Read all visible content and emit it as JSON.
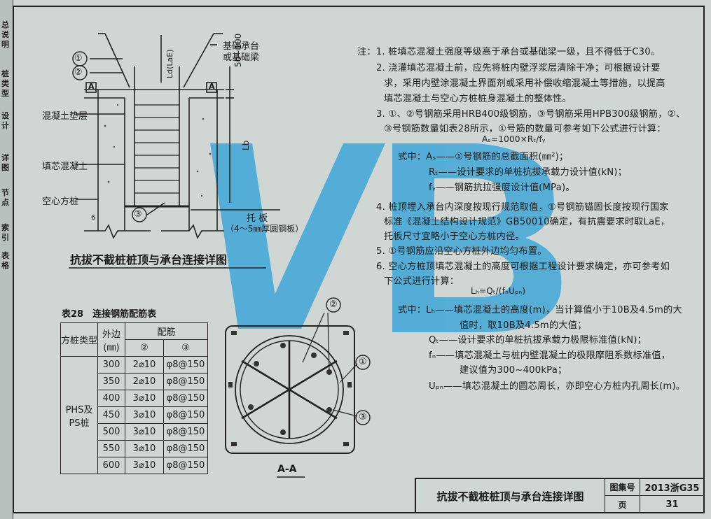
{
  "colors": {
    "watermark": "#3aa5d8",
    "background": "#cfd6d4",
    "ink": "#1a1a1a"
  },
  "sidebar": {
    "tabs": [
      "总",
      "说",
      "明",
      "桩",
      "类",
      "型",
      "设",
      "计",
      "详",
      "图",
      "节",
      "点",
      "索",
      "引",
      "表",
      "格"
    ]
  },
  "detail": {
    "labels": {
      "base": "基础承台",
      "base2": "或基础梁",
      "dim100": "50~100",
      "cushion": "混凝土垫层",
      "fill": "填芯混凝土",
      "pile": "空心方桩",
      "plate": "托  板",
      "plate2": "（4～5㎜厚圆钢板）",
      "lb": "Lb",
      "la": "Ld(LaE)",
      "sec_a": "A",
      "weld": "6",
      "c1": "①",
      "c2": "②",
      "c3": "③"
    },
    "title": "抗拔不截桩桩顶与承台连接详图"
  },
  "table": {
    "caption": "表28　连接钢筋配筋表",
    "headers": {
      "type": "方桩类型",
      "side": "外边(㎜)",
      "rebar": "配筋",
      "c2": "②",
      "c3": "③"
    },
    "pile_type": "PHS及PS桩",
    "rows": [
      {
        "side": "300",
        "r2": "2⌀10",
        "r3": "φ8@150"
      },
      {
        "side": "350",
        "r2": "2⌀10",
        "r3": "φ8@150"
      },
      {
        "side": "400",
        "r2": "3⌀10",
        "r3": "φ8@150"
      },
      {
        "side": "450",
        "r2": "3⌀10",
        "r3": "φ8@150"
      },
      {
        "side": "500",
        "r2": "3⌀10",
        "r3": "φ8@150"
      },
      {
        "side": "550",
        "r2": "3⌀10",
        "r3": "φ8@150"
      },
      {
        "side": "600",
        "r2": "3⌀10",
        "r3": "φ8@150"
      }
    ]
  },
  "section": {
    "label": "A-A",
    "c1": "①",
    "c2": "②",
    "c3": "③"
  },
  "notes": [
    "注：1. 桩填芯混凝土强度等级高于承台或基础梁一级，且不得低于C30。",
    "2. 浇灌填芯混凝土前，应先将桩内壁浮浆层清除干净；可根据设计要",
    "求，采用内壁涂混凝土界面剂或采用补偿收缩混凝土等措施，以提高",
    "填芯混凝土与空心方桩桩身混凝土的整体性。",
    "3. ①、②号钢筋采用HRB400级钢筋，③号钢筋采用HPB300级钢筋，②、",
    "③号钢筋数量如表28所示，①号筋的数量可参考如下公式进行计算：",
    "Aₛ=1000×Rₜ/fᵧ",
    "式中：Aₛ——①号钢筋的总截面积(㎜²)；",
    "Rₜ——设计要求的单桩抗拔承载力设计值(kN)；",
    "fᵧ——钢筋抗拉强度设计值(MPa)。",
    "4. 桩顶埋入承台内深度按现行规范取值，①号钢筋锚固长度按现行国家",
    "标准《混凝土结构设计规范》GB50010确定，有抗震要求时取LaE，",
    "托板尺寸宜略小于空心方桩内径。",
    "5. ①号钢筋应沿空心方桩外边均匀布置。",
    "6. 空心方桩顶填芯混凝土的高度可根据工程设计要求确定，亦可参考如",
    "下公式进行计算：",
    "Lₕ=Qₜ/(fₙUₚₙ)",
    "式中：Lₕ——填芯混凝土的高度(m)，当计算值小于10B及4.5m的大",
    "值时，取10B及4.5m的大值；",
    "Qₜ——设计要求的单桩抗拔承载力极限标准值(kN)；",
    "fₙ——填芯混凝土与桩内壁混凝土的极限摩阻系数标准值，",
    "建议值为300~400kPa；",
    "Uₚₙ——填芯混凝土的圆芯周长，亦即空心方桩内孔周长(m)。"
  ],
  "titleblock": {
    "title": "抗拔不截桩桩顶与承台连接详图",
    "atlas_label": "图集号",
    "atlas_no": "2013浙G35",
    "page_label": "页",
    "page_no": "31"
  }
}
